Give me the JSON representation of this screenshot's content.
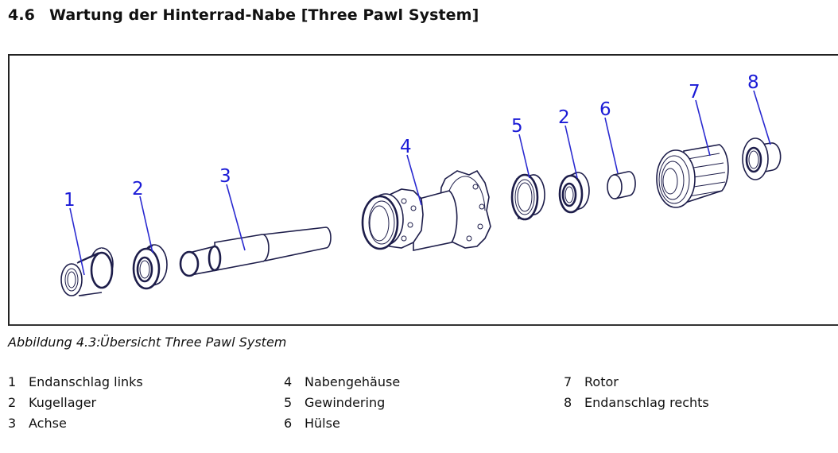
{
  "heading": {
    "number": "4.6",
    "title": "Wartung der Hinterrad-Nabe [Three Pawl System]"
  },
  "figure": {
    "callouts": [
      "1",
      "2",
      "3",
      "4",
      "5",
      "2",
      "6",
      "7",
      "8"
    ],
    "colors": {
      "callout": "#1a1ad6",
      "line_art": "#1d1d4a",
      "frame": "#222222"
    }
  },
  "caption": {
    "label": "Abbildung 4.3:",
    "text": "Übersicht Three Pawl System"
  },
  "legend": {
    "columns": [
      [
        {
          "n": "1",
          "label": "Endanschlag links"
        },
        {
          "n": "2",
          "label": "Kugellager"
        },
        {
          "n": "3",
          "label": "Achse"
        }
      ],
      [
        {
          "n": "4",
          "label": "Nabengehäuse"
        },
        {
          "n": "5",
          "label": "Gewindering"
        },
        {
          "n": "6",
          "label": "Hülse"
        }
      ],
      [
        {
          "n": "7",
          "label": "Rotor"
        },
        {
          "n": "8",
          "label": "Endanschlag rechts"
        }
      ]
    ]
  }
}
